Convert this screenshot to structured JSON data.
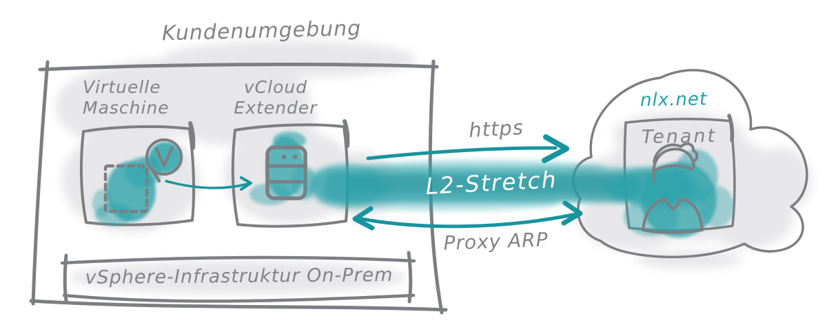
{
  "title": "Kundenumgebung",
  "nodes": {
    "vm": {
      "label_line1": "Virtuelle",
      "label_line2": "Maschine",
      "icon": "dashed-vm-box-with-v-badge"
    },
    "vcloud": {
      "label_line1": "vCloud",
      "label_line2": "Extender",
      "icon": "server"
    },
    "cloud": {
      "label": "nlx.net",
      "icon": "cloud"
    },
    "tenant": {
      "label": "Tenant",
      "icon": "user"
    }
  },
  "connections": {
    "https": {
      "label": "https",
      "direction": "right"
    },
    "l2_stretch": {
      "label": "L2-Stretch",
      "direction": "band"
    },
    "proxy_arp": {
      "label": "Proxy ARP",
      "direction": "both"
    },
    "vm_to_extender": {
      "direction": "right"
    }
  },
  "footer": {
    "label": "vSphere-Infrastruktur On-Prem"
  },
  "colors": {
    "teal": "#2ea4ab",
    "teal_dark": "#18949e",
    "sketch_gray": "#7d7e81",
    "text_gray": "#828387",
    "wash_gray": "#e7e7e9",
    "band_text": "#ffffff",
    "accent_text": "#23a3ac",
    "background": "#ffffff"
  }
}
